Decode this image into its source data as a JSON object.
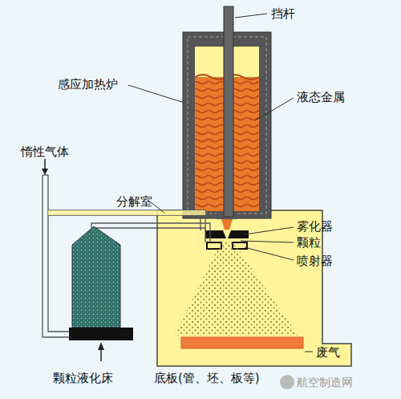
{
  "diagram": {
    "labels": [
      "挡杆",
      "感应加热炉",
      "液态金属",
      "惰性气体",
      "分解室",
      "雾化器",
      "颗粒",
      "喷射器",
      "废气",
      "颗粒液化床",
      "底板(管、坯、板等)",
      "航空制造网"
    ]
  }
}
